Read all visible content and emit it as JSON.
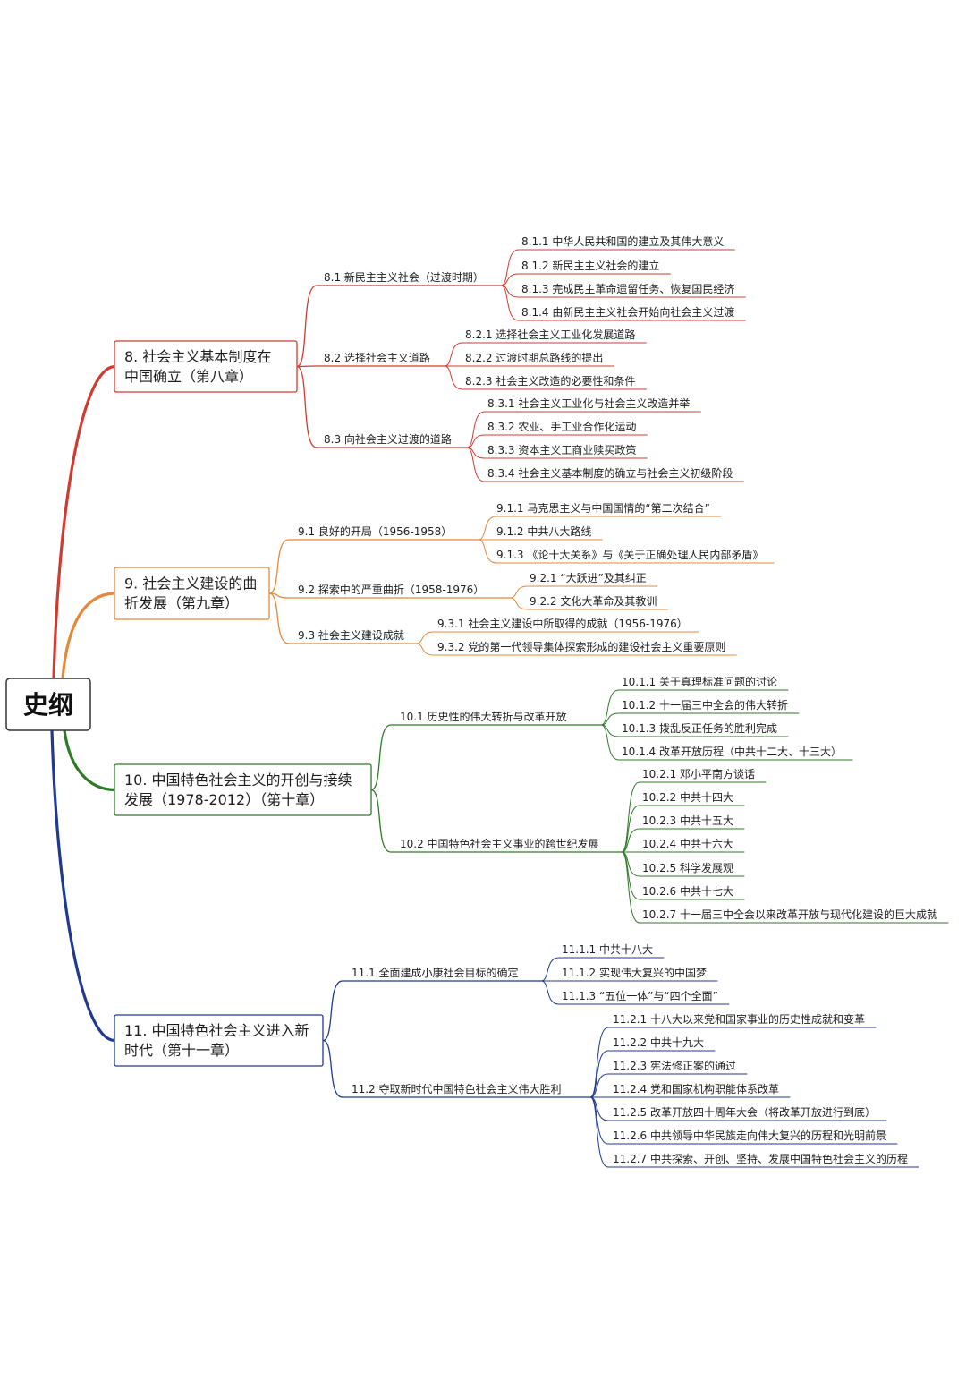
{
  "root": {
    "label": "史纲"
  },
  "branches": [
    {
      "color": "#cf3b30",
      "label_lines": [
        "8. 社会主义基本制度在",
        "中国确立（第八章）"
      ],
      "sections": [
        {
          "label": "8.1 新民主主义社会（过渡时期）",
          "items": [
            "8.1.1 中华人民共和国的建立及其伟大意义",
            "8.1.2 新民主主义社会的建立",
            "8.1.3 完成民主革命遗留任务、恢复国民经济",
            "8.1.4 由新民主主义社会开始向社会主义过渡"
          ]
        },
        {
          "label": "8.2 选择社会主义道路",
          "items": [
            "8.2.1 选择社会主义工业化发展道路",
            "8.2.2 过渡时期总路线的提出",
            "8.2.3 社会主义改造的必要性和条件"
          ]
        },
        {
          "label": "8.3 向社会主义过渡的道路",
          "items": [
            "8.3.1 社会主义工业化与社会主义改造并举",
            "8.3.2 农业、手工业合作化运动",
            "8.3.3 资本主义工商业赎买政策",
            "8.3.4 社会主义基本制度的确立与社会主义初级阶段"
          ]
        }
      ]
    },
    {
      "color": "#e3893b",
      "label_lines": [
        "9. 社会主义建设的曲",
        "折发展（第九章）"
      ],
      "sections": [
        {
          "label": "9.1 良好的开局（1956-1958）",
          "items": [
            "9.1.1 马克思主义与中国国情的“第二次结合”",
            "9.1.2 中共八大路线",
            "9.1.3 《论十大关系》与《关于正确处理人民内部矛盾》"
          ]
        },
        {
          "label": "9.2 探索中的严重曲折（1958-1976）",
          "items": [
            "9.2.1 “大跃进”及其纠正",
            "9.2.2 文化大革命及其教训"
          ]
        },
        {
          "label": "9.3 社会主义建设成就",
          "items": [
            "9.3.1 社会主义建设中所取得的成就（1956-1976）",
            "9.3.2 党的第一代领导集体探索形成的建设社会主义重要原则"
          ]
        }
      ]
    },
    {
      "color": "#2f7a26",
      "label_lines": [
        "10. 中国特色社会主义的开创与接续",
        "发展（1978-2012）（第十章）"
      ],
      "sections": [
        {
          "label": "10.1 历史性的伟大转折与改革开放",
          "items": [
            "10.1.1 关于真理标准问题的讨论",
            "10.1.2 十一届三中全会的伟大转折",
            "10.1.3 拨乱反正任务的胜利完成",
            "10.1.4 改革开放历程（中共十二大、十三大）"
          ]
        },
        {
          "label": "10.2 中国特色社会主义事业的跨世纪发展",
          "items": [
            "10.2.1 邓小平南方谈话",
            "10.2.2 中共十四大",
            "10.2.3 中共十五大",
            "10.2.4 中共十六大",
            "10.2.5 科学发展观",
            "10.2.6 中共十七大",
            "10.2.7 十一届三中全会以来改革开放与现代化建设的巨大成就"
          ]
        }
      ]
    },
    {
      "color": "#203a8f",
      "label_lines": [
        "11. 中国特色社会主义进入新",
        "时代（第十一章）"
      ],
      "sections": [
        {
          "label": "11.1 全面建成小康社会目标的确定",
          "items": [
            "11.1.1 中共十八大",
            "11.1.2 实现伟大复兴的中国梦",
            "11.1.3 “五位一体”与“四个全面”"
          ]
        },
        {
          "label": "11.2 夺取新时代中国特色社会主义伟大胜利",
          "items": [
            "11.2.1 十八大以来党和国家事业的历史性成就和变革",
            "11.2.2 中共十九大",
            "11.2.3 宪法修正案的通过",
            "11.2.4 党和国家机构职能体系改革",
            "11.2.5 改革开放四十周年大会（将改革开放进行到底）",
            "11.2.6 中共领导中华民族走向伟大复兴的历程和光明前景",
            "11.2.7 中共探索、开创、坚持、发展中国特色社会主义的历程"
          ]
        }
      ]
    }
  ]
}
